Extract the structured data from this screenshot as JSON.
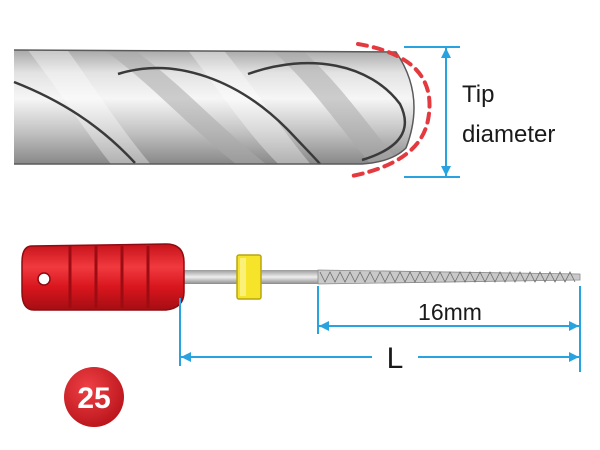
{
  "tip_label": {
    "line1": "Tip",
    "line2": "diameter"
  },
  "dimension_flute_label": "16mm",
  "dimension_total_label": "L",
  "size_badge": "25",
  "colors": {
    "dimension_line": "#29a3e0",
    "handle_red": "#dd1a22",
    "stopper_yellow": "#f5e42a",
    "tip_dash": "#e23a3f",
    "badge_red": "#d81e24",
    "metal_light": "#f0f0f0",
    "metal_dark": "#8c8c8c"
  }
}
